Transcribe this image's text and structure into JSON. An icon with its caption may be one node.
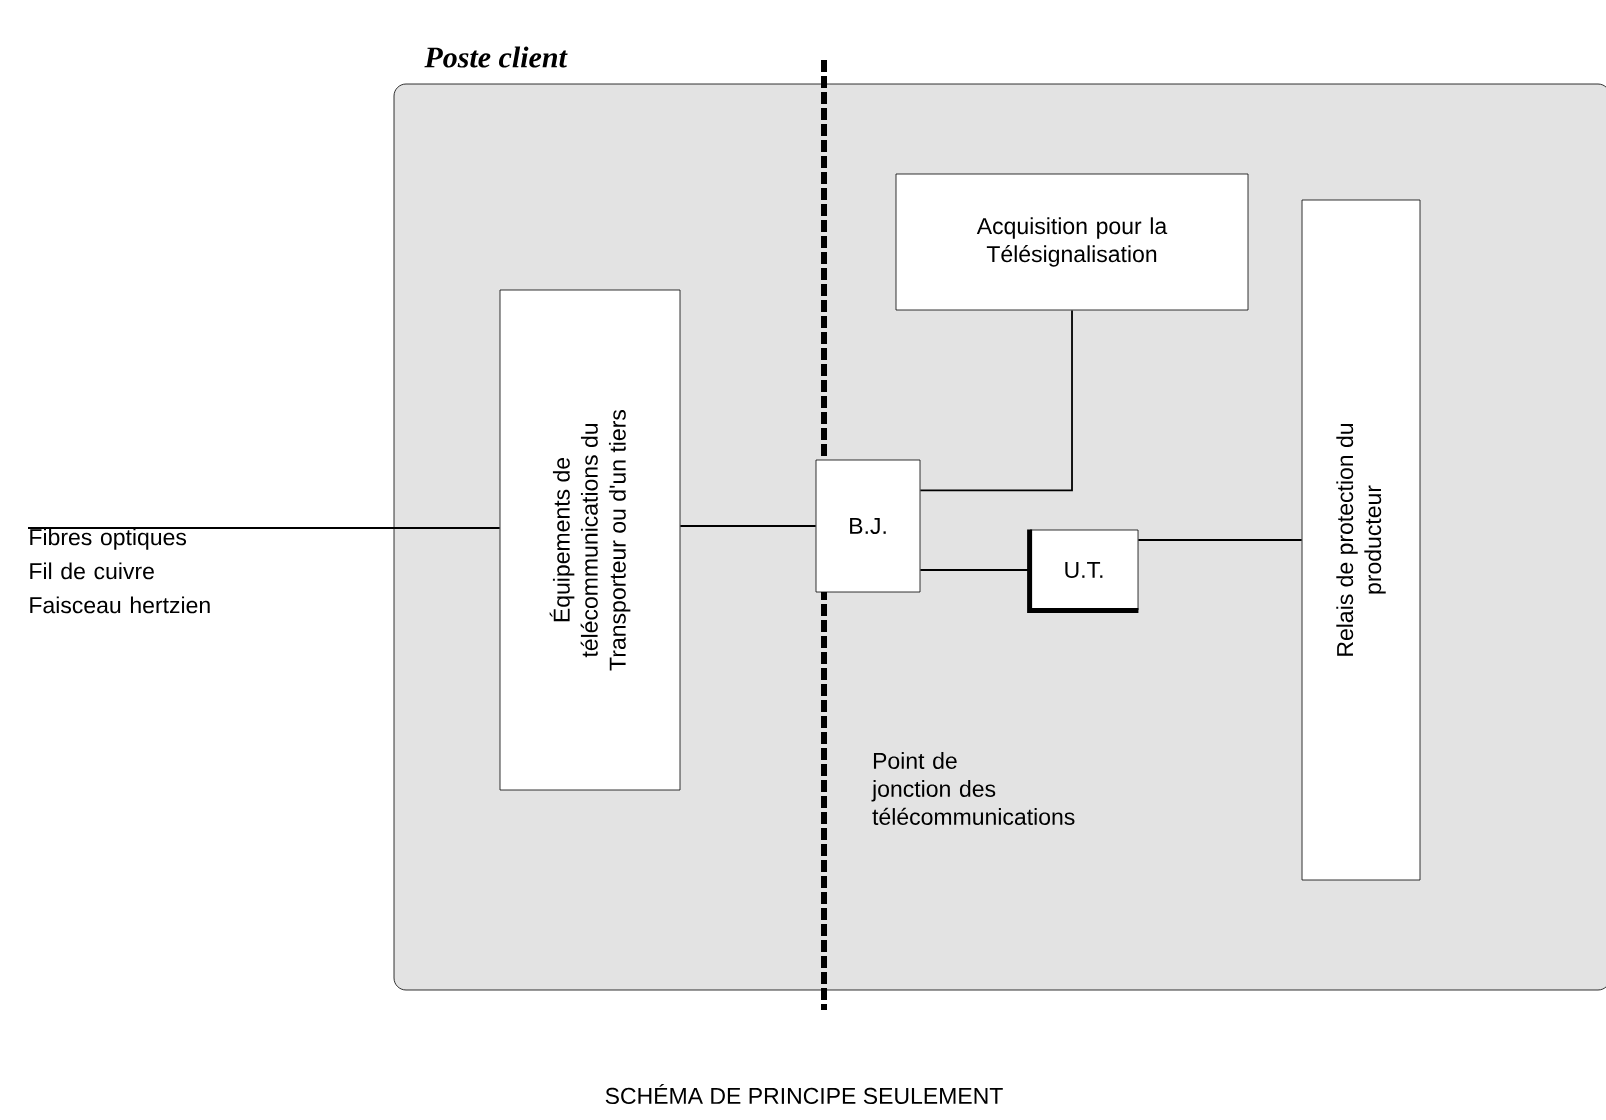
{
  "diagram": {
    "caption": "SCHÉMA DE PRINCIPE SEULEMENT",
    "nodes": [
      {
        "text": [
          "Poste client"
        ]
      },
      {
        "text": [
          "Fibres optiques",
          "Fil de cuivre",
          "Faisceau hertzien"
        ]
      },
      {
        "text": [
          "Équipements de télécommunications du Transporteur ou d'un tiers"
        ],
        "in": 0
      },
      {
        "text": [
          "B.J."
        ],
        "in": 0
      },
      {
        "text": [
          "Acquisition pour la Télésignalisation"
        ],
        "in": 0
      },
      {
        "text": [
          "U.T."
        ],
        "in": 0
      },
      {
        "text": [
          "Relais de protection du producteur"
        ],
        "in": 0
      }
    ],
    "edges": [
      {
        "from": 1,
        "to": 2,
        "arrow": "none"
      },
      {
        "from": 2,
        "to": 3,
        "arrow": "none"
      },
      {
        "from": 3,
        "to": 4,
        "arrow": "none"
      },
      {
        "from": 3,
        "to": 5,
        "arrow": "none"
      },
      {
        "from": 5,
        "to": 6,
        "arrow": "none"
      }
    ],
    "labels": [
      "Point de jonction des télécommunications"
    ]
  }
}
